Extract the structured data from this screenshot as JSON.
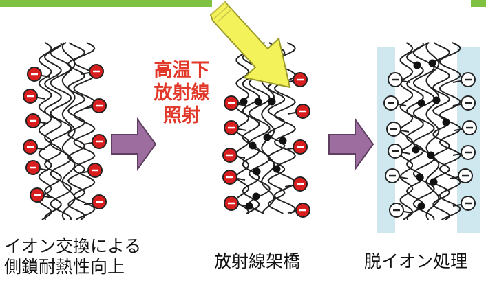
{
  "colors": {
    "green_bar": "#7fc241",
    "anion": "#d81e1e",
    "neutral_ion": "#ffffff",
    "membrane_band": "#cfe7ef",
    "arrow_process": "#9c6d9e",
    "arrow_radiation": "#f4f25a",
    "condition_text": "#e2382a"
  },
  "condition": {
    "line1": "高温下",
    "line2": "放射線",
    "line3": "照射"
  },
  "captions": {
    "stage1_line1": "イオン交換による",
    "stage1_line2": "側鎖耐熱性向上",
    "stage2": "放射線架橋",
    "stage3": "脱イオン処理"
  },
  "ion_symbol": "−"
}
